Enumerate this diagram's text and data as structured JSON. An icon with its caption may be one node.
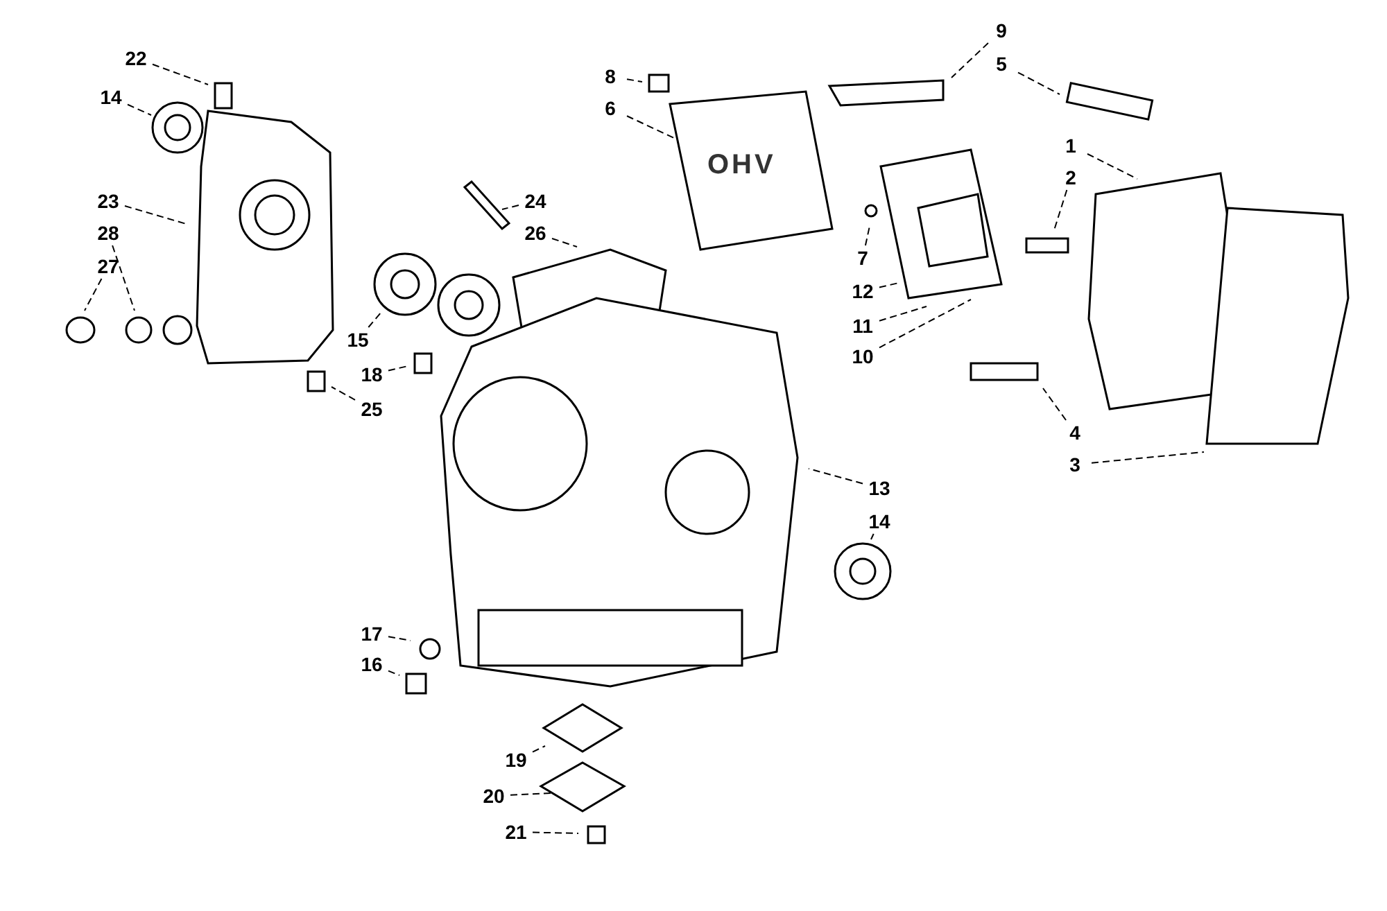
{
  "diagram": {
    "nodes": [
      {
        "text": [
          "22"
        ]
      },
      {
        "text": [
          "14"
        ]
      },
      {
        "text": [
          "23"
        ]
      },
      {
        "text": [
          "28"
        ]
      },
      {
        "text": [
          "27"
        ]
      },
      {
        "text": [
          "8"
        ]
      },
      {
        "text": [
          "6"
        ]
      },
      {
        "text": [
          "9"
        ]
      },
      {
        "text": [
          "5"
        ]
      },
      {
        "text": [
          "24"
        ]
      },
      {
        "text": [
          "26"
        ]
      },
      {
        "text": [
          "1"
        ]
      },
      {
        "text": [
          "2"
        ]
      },
      {
        "text": [
          "15"
        ]
      },
      {
        "text": [
          "18"
        ]
      },
      {
        "text": [
          "25"
        ]
      },
      {
        "text": [
          "7"
        ]
      },
      {
        "text": [
          "12"
        ]
      },
      {
        "text": [
          "11"
        ]
      },
      {
        "text": [
          "10"
        ]
      },
      {
        "text": [
          "4"
        ]
      },
      {
        "text": [
          "3"
        ]
      },
      {
        "text": [
          "13"
        ]
      },
      {
        "text": [
          "14"
        ]
      },
      {
        "text": [
          "17"
        ]
      },
      {
        "text": [
          "16"
        ]
      },
      {
        "text": [
          "19"
        ]
      },
      {
        "text": [
          "20"
        ]
      },
      {
        "text": [
          "21"
        ]
      },
      {
        "text": [
          "OHV"
        ]
      }
    ],
    "edges": [
      {
        "from": 0,
        "to": null,
        "arrow": "none"
      },
      {
        "from": 1,
        "to": null,
        "arrow": "none"
      },
      {
        "from": 2,
        "to": null,
        "arrow": "none"
      },
      {
        "from": 3,
        "to": null,
        "arrow": "none"
      },
      {
        "from": 4,
        "to": null,
        "arrow": "none"
      },
      {
        "from": 5,
        "to": null,
        "arrow": "none"
      },
      {
        "from": 6,
        "to": 29,
        "arrow": "none"
      },
      {
        "from": 7,
        "to": null,
        "arrow": "none"
      },
      {
        "from": 8,
        "to": null,
        "arrow": "none"
      },
      {
        "from": 9,
        "to": null,
        "arrow": "none"
      },
      {
        "from": 10,
        "to": null,
        "arrow": "none"
      },
      {
        "from": 11,
        "to": null,
        "arrow": "none"
      },
      {
        "from": 12,
        "to": null,
        "arrow": "none"
      },
      {
        "from": 13,
        "to": null,
        "arrow": "none"
      },
      {
        "from": 14,
        "to": null,
        "arrow": "none"
      },
      {
        "from": 15,
        "to": null,
        "arrow": "none"
      },
      {
        "from": 16,
        "to": null,
        "arrow": "none"
      },
      {
        "from": 17,
        "to": null,
        "arrow": "none"
      },
      {
        "from": 18,
        "to": null,
        "arrow": "none"
      },
      {
        "from": 19,
        "to": null,
        "arrow": "none"
      },
      {
        "from": 20,
        "to": null,
        "arrow": "none"
      },
      {
        "from": 21,
        "to": null,
        "arrow": "none"
      },
      {
        "from": 22,
        "to": null,
        "arrow": "none"
      },
      {
        "from": 23,
        "to": null,
        "arrow": "none"
      },
      {
        "from": 24,
        "to": null,
        "arrow": "none"
      },
      {
        "from": 25,
        "to": null,
        "arrow": "none"
      },
      {
        "from": 26,
        "to": null,
        "arrow": "none"
      },
      {
        "from": 27,
        "to": null,
        "arrow": "none"
      },
      {
        "from": 28,
        "to": null,
        "arrow": "none"
      }
    ]
  }
}
